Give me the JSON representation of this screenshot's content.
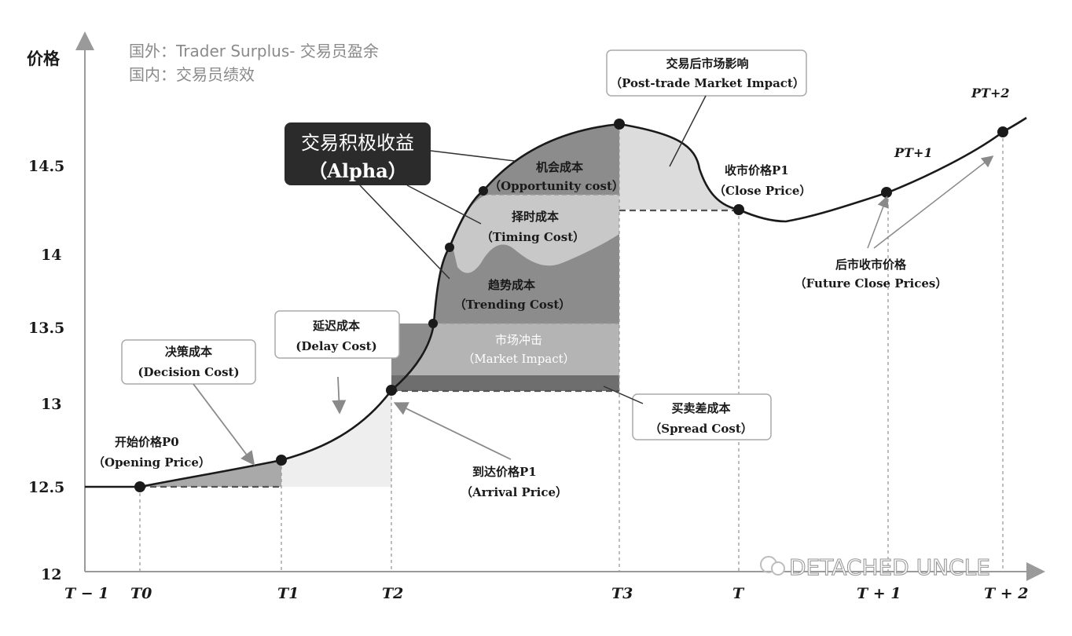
{
  "header": {
    "line1": "国外：Trader Surplus- 交易员盈余",
    "line2": "国内：交易员绩效"
  },
  "axes": {
    "y_title": "价格",
    "y_ticks": [
      "14.5",
      "14",
      "13.5",
      "13",
      "12.5",
      "12"
    ],
    "x_ticks": [
      "T − 1",
      "T0",
      "T1",
      "T2",
      "T3",
      "T",
      "T + 1",
      "T + 2"
    ]
  },
  "alpha_box": {
    "line1": "交易积极收益",
    "line2": "（Alpha）"
  },
  "labels": {
    "opportunity_cn": "机会成本",
    "opportunity_en": "（Opportunity cost）",
    "timing_cn": "择时成本",
    "timing_en": "（Timing Cost）",
    "trending_cn": "趋势成本",
    "trending_en": "（Trending Cost）",
    "market_impact_cn": "市场冲击",
    "market_impact_en": "（Market Impact）",
    "post_trade_cn": "交易后市场影响",
    "post_trade_en": "（Post-trade Market Impact）",
    "close_price_cn": "收市价格P1",
    "close_price_en": "（Close Price）",
    "future_cn": "后市收市价格",
    "future_en": "（Future Close Prices）",
    "p_t1": "PT+1",
    "p_t2": "PT+2",
    "decision_cn": "决策成本",
    "decision_en": "(Decision Cost)",
    "delay_cn": "延迟成本",
    "delay_en": "(Delay Cost)",
    "opening_cn": "开始价格P0",
    "opening_en": "（Opening Price）",
    "arrival_cn": "到达价格P1",
    "arrival_en": "（Arrival Price）",
    "spread_cn": "买卖差成本",
    "spread_en": "（Spread Cost）"
  },
  "watermark": "DETACHED UNCLE",
  "colors": {
    "dark_gray": "#8c8c8c",
    "mid_gray": "#b4b4b4",
    "light_gray": "#d2d2d2",
    "pale_gray": "#ececec",
    "spread_band": "#6e6e6e",
    "alpha_box_bg": "#2b2b2b"
  }
}
